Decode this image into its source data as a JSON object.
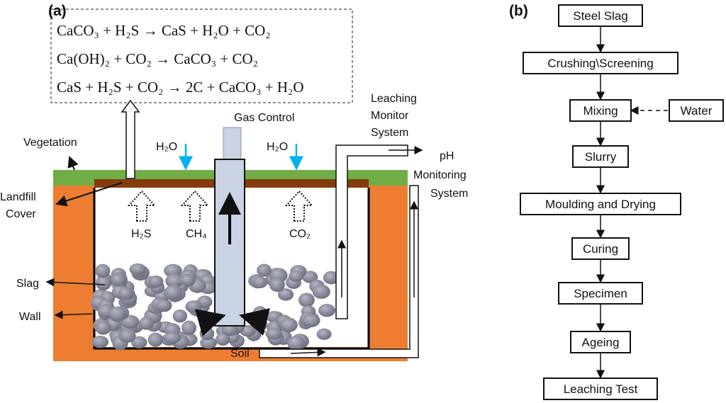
{
  "panel_a": {
    "label": "(a)",
    "equations": [
      "CaCO₃ + H₂S → CaS + H₂O + CO₂",
      "Ca(OH)₂ + CO₂ → CaCO₃ + CO₂",
      "CaS + H₂S + CO₂ → 2C + CaCO₃ + H₂O"
    ],
    "labels": {
      "vegetation": "Vegetation",
      "landfill_cover_1": "Landfill",
      "landfill_cover_2": "Cover",
      "slag": "Slag",
      "wall": "Wall",
      "soil": "Soil",
      "gas_control": "Gas Control",
      "leaching_1": "Leaching",
      "leaching_2": "Monitor",
      "leaching_3": "System",
      "ph_1": "pH",
      "ph_2": "Monitoring",
      "ph_3": "System",
      "water_1": "H₂O",
      "water_2": "H₂O",
      "gas_h2s": "H₂S",
      "gas_ch4": "CH₄",
      "gas_co2": "CO₂"
    },
    "colors": {
      "wall": "#ed7d31",
      "vegetation": "#70ad47",
      "cover": "#843c0c",
      "pipe": "#c9d3e3",
      "water_arrow": "#00b0f0",
      "slag": "#7f8190"
    }
  },
  "panel_b": {
    "label": "(b)",
    "steps": [
      "Steel Slag",
      "Crushing\\Screening",
      "Mixing",
      "Slurry",
      "Moulding and Drying",
      "Curing",
      "Specimen",
      "Ageing",
      "Leaching Test"
    ],
    "side_input": "Water"
  }
}
